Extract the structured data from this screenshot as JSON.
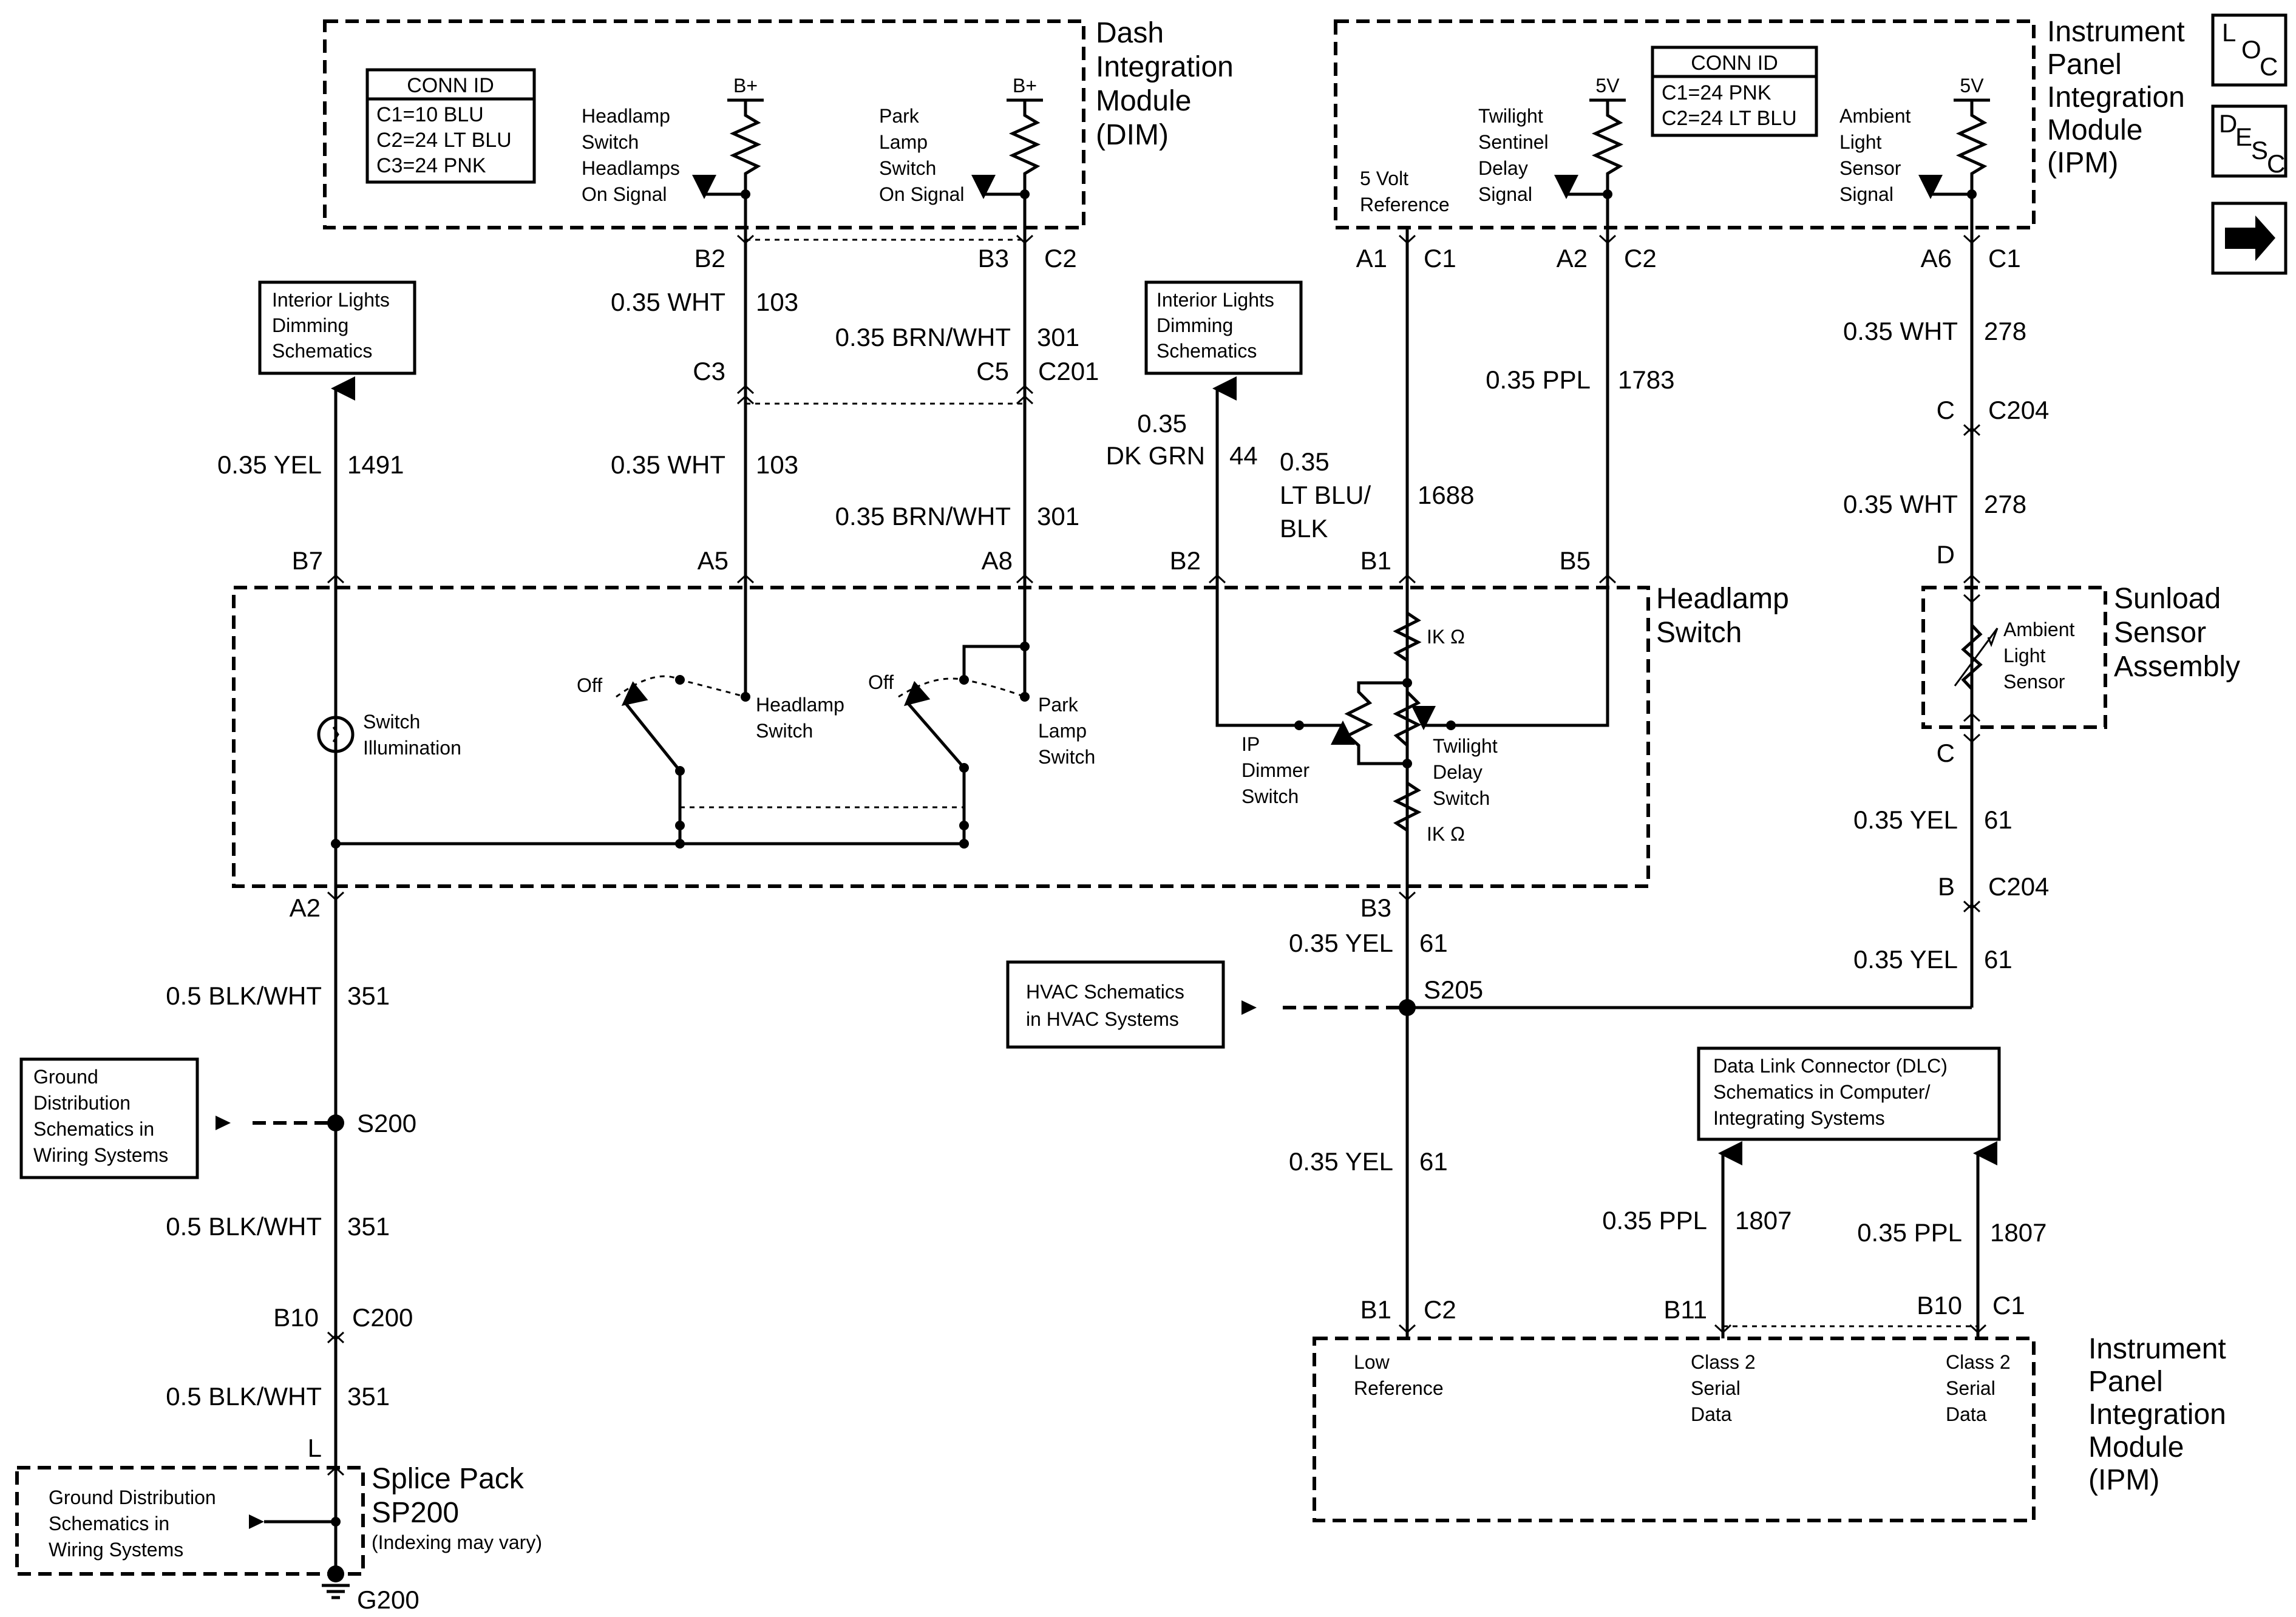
{
  "modules": {
    "dim": {
      "line1": "Dash",
      "line2": "Integration",
      "line3": "Module",
      "line4": "(DIM)"
    },
    "ipm_top": {
      "line1": "Instrument",
      "line2": "Panel",
      "line3": "Integration",
      "line4": "Module",
      "line5": "(IPM)"
    },
    "ipm_bottom": {
      "line1": "Instrument",
      "line2": "Panel",
      "line3": "Integration",
      "line4": "Module",
      "line5": "(IPM)"
    },
    "headlamp_switch": {
      "line1": "Headlamp",
      "line2": "Switch"
    },
    "sunload": {
      "line1": "Sunload",
      "line2": "Sensor",
      "line3": "Assembly"
    },
    "splice_pack": {
      "line1": "Splice Pack",
      "line2": "SP200",
      "line3": "(Indexing may vary)"
    }
  },
  "conn_id_dim": {
    "title": "CONN ID",
    "rows": [
      "C1=10 BLU",
      "C2=24 LT BLU",
      "C3=24 PNK"
    ]
  },
  "conn_id_ipm": {
    "title": "CONN ID",
    "rows": [
      "C1=24 PNK",
      "C2=24 LT BLU"
    ]
  },
  "nav": {
    "loc": [
      "L",
      "O",
      "C"
    ],
    "desc": [
      "D",
      "E",
      "S",
      "C"
    ],
    "next_icon": "right-arrow-icon"
  },
  "dim_internal": {
    "b_plus_1": "B+",
    "b_plus_2": "B+",
    "hl_sig": [
      "Headlamp",
      "Switch",
      "Headlamps",
      "On Signal"
    ],
    "park_sig": [
      "Park",
      "Lamp",
      "Switch",
      "On Signal"
    ]
  },
  "ipm_internal": {
    "five_v_ref": [
      "5 Volt",
      "Reference"
    ],
    "twilight_sig": [
      "Twilight",
      "Sentinel",
      "Delay",
      "Signal"
    ],
    "ambient_sig": [
      "Ambient",
      "Light",
      "Sensor",
      "Signal"
    ],
    "fivev_1": "5V",
    "fivev_2": "5V"
  },
  "refs": {
    "interior_1": [
      "Interior Lights",
      "Dimming",
      "Schematics"
    ],
    "interior_2": [
      "Interior Lights",
      "Dimming",
      "Schematics"
    ],
    "hvac": [
      "HVAC Schematics",
      "in HVAC Systems"
    ],
    "ground_dist": [
      "Ground",
      "Distribution",
      "Schematics in",
      "Wiring Systems"
    ],
    "dlc": [
      "Data Link Connector (DLC)",
      "Schematics in Computer/",
      "Integrating Systems"
    ],
    "ground_sp": [
      "Ground Distribution",
      "Schematics in",
      "Wiring Systems"
    ]
  },
  "pins": {
    "b2_top": "B2",
    "b3_top": "B3",
    "c2_top": "C2",
    "a1": "A1",
    "c1_a1": "C1",
    "a2": "A2",
    "c2_a2": "C2",
    "a6": "A6",
    "c1_a6": "C1",
    "c3": "C3",
    "c5": "C5",
    "c201": "C201",
    "c_c204": "C",
    "c204_top": "C204",
    "d": "D",
    "b7": "B7",
    "a5": "A5",
    "a8": "A8",
    "b2_mid": "B2",
    "b1": "B1",
    "b5": "B5",
    "a2_low": "A2",
    "b3_low": "B3",
    "c_sun": "C",
    "b_c204": "B",
    "c204_low": "C204",
    "b10": "B10",
    "c200": "C200",
    "l": "L",
    "b1_bot": "B1",
    "c2_bot": "C2",
    "b11": "B11",
    "b10_bot": "B10",
    "c1_bot": "C1"
  },
  "wires": {
    "w103_top": {
      "gauge": "0.35 WHT",
      "circuit": "103"
    },
    "w301_top": {
      "gauge": "0.35 BRN/WHT",
      "circuit": "301"
    },
    "w103_mid": {
      "gauge": "0.35 WHT",
      "circuit": "103"
    },
    "w301_mid": {
      "gauge": "0.35 BRN/WHT",
      "circuit": "301"
    },
    "w1491": {
      "gauge": "0.35 YEL",
      "circuit": "1491"
    },
    "w44": {
      "gauge_1": "0.35",
      "gauge_2": "DK GRN",
      "circuit": "44"
    },
    "w1688": {
      "gauge_1": "0.35",
      "gauge_2": "LT BLU/",
      "gauge_3": "BLK",
      "circuit": "1688"
    },
    "w1783": {
      "gauge": "0.35 PPL",
      "circuit": "1783"
    },
    "w278_top": {
      "gauge": "0.35 WHT",
      "circuit": "278"
    },
    "w278_mid": {
      "gauge": "0.35 WHT",
      "circuit": "278"
    },
    "w61_sun": {
      "gauge": "0.35 YEL",
      "circuit": "61"
    },
    "w61_c204": {
      "gauge": "0.35 YEL",
      "circuit": "61"
    },
    "w61_b3": {
      "gauge": "0.35 YEL",
      "circuit": "61"
    },
    "w61_low": {
      "gauge": "0.35 YEL",
      "circuit": "61"
    },
    "w351_a": {
      "gauge": "0.5 BLK/WHT",
      "circuit": "351"
    },
    "w351_b": {
      "gauge": "0.5 BLK/WHT",
      "circuit": "351"
    },
    "w351_c": {
      "gauge": "0.5 BLK/WHT",
      "circuit": "351"
    },
    "w1807_a": {
      "gauge": "0.35 PPL",
      "circuit": "1807"
    },
    "w1807_b": {
      "gauge": "0.35 PPL",
      "circuit": "1807"
    }
  },
  "splices": {
    "s205": "S205",
    "s200": "S200",
    "g200": "G200"
  },
  "switch_labels": {
    "illum": [
      "Switch",
      "Illumination"
    ],
    "off_1": "Off",
    "off_2": "Off",
    "hl_sw": [
      "Headlamp",
      "Switch"
    ],
    "park_sw": [
      "Park",
      "Lamp",
      "Switch"
    ],
    "ik_1": "IK Ω",
    "ik_2": "IK Ω",
    "ip_dim": [
      "IP",
      "Dimmer",
      "Switch"
    ],
    "twilight": [
      "Twilight",
      "Delay",
      "Switch"
    ]
  },
  "sensor_labels": [
    "Ambient",
    "Light",
    "Sensor"
  ],
  "bottom_ipm": {
    "low_ref": [
      "Low",
      "Reference"
    ],
    "class2_a": [
      "Class 2",
      "Serial",
      "Data"
    ],
    "class2_b": [
      "Class 2",
      "Serial",
      "Data"
    ]
  }
}
